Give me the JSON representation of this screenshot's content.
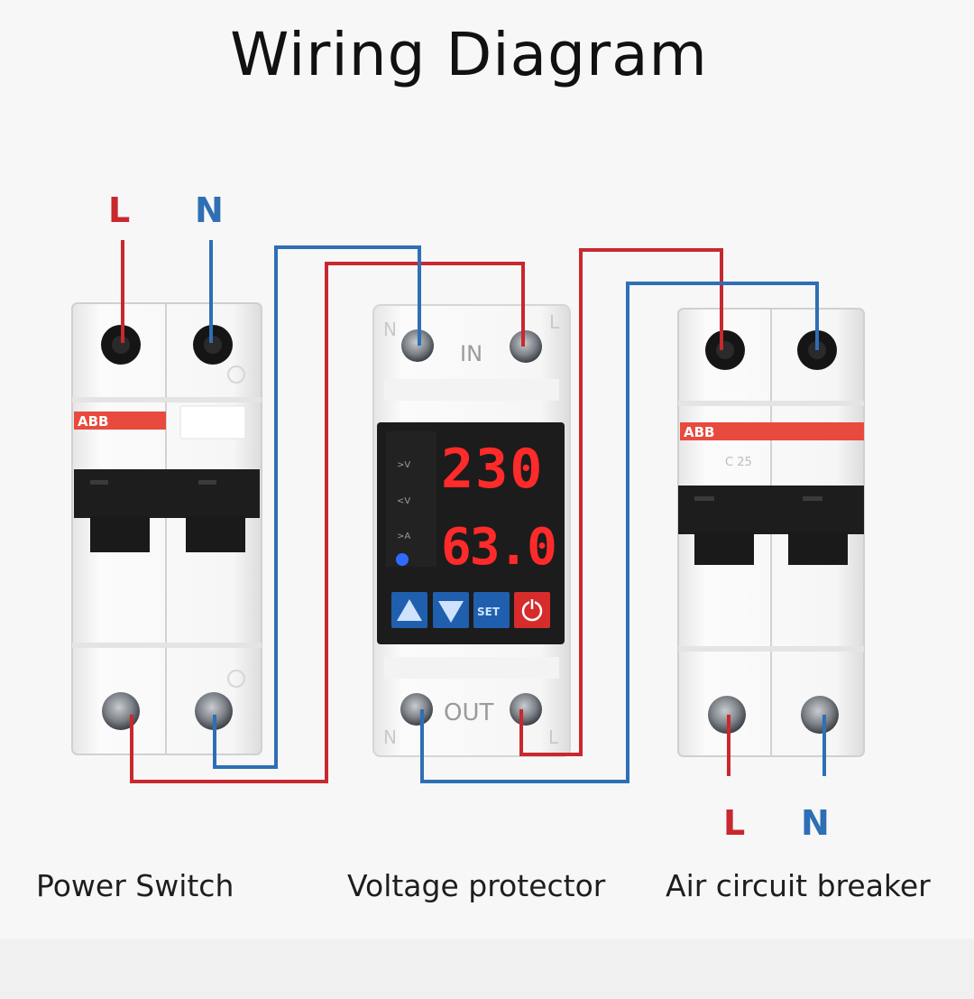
{
  "title": "Wiring Diagram",
  "colors": {
    "live": "#c8282e",
    "neutral": "#2e6fb5",
    "abb_band": "#e84a3d",
    "display_digits": "#ff2a2a",
    "display_bg": "#1c1c1c"
  },
  "input_terminals": {
    "live": "L",
    "neutral": "N"
  },
  "output_terminals": {
    "live": "L",
    "neutral": "N"
  },
  "power_switch": {
    "brand": "ABB",
    "caption": "Power Switch"
  },
  "voltage_protector": {
    "caption": "Voltage protector",
    "in_label": "IN",
    "out_label": "OUT",
    "in_n": "N",
    "in_l": "L",
    "out_n": "N",
    "out_l": "L",
    "voltage_reading": "230",
    "current_reading": "63.0",
    "buttons": [
      "up-arrow-icon",
      "down-arrow-icon",
      "SET",
      "power-icon"
    ]
  },
  "air_circuit_breaker": {
    "brand": "ABB",
    "rating": "C 25",
    "caption": "Air circuit breaker"
  }
}
